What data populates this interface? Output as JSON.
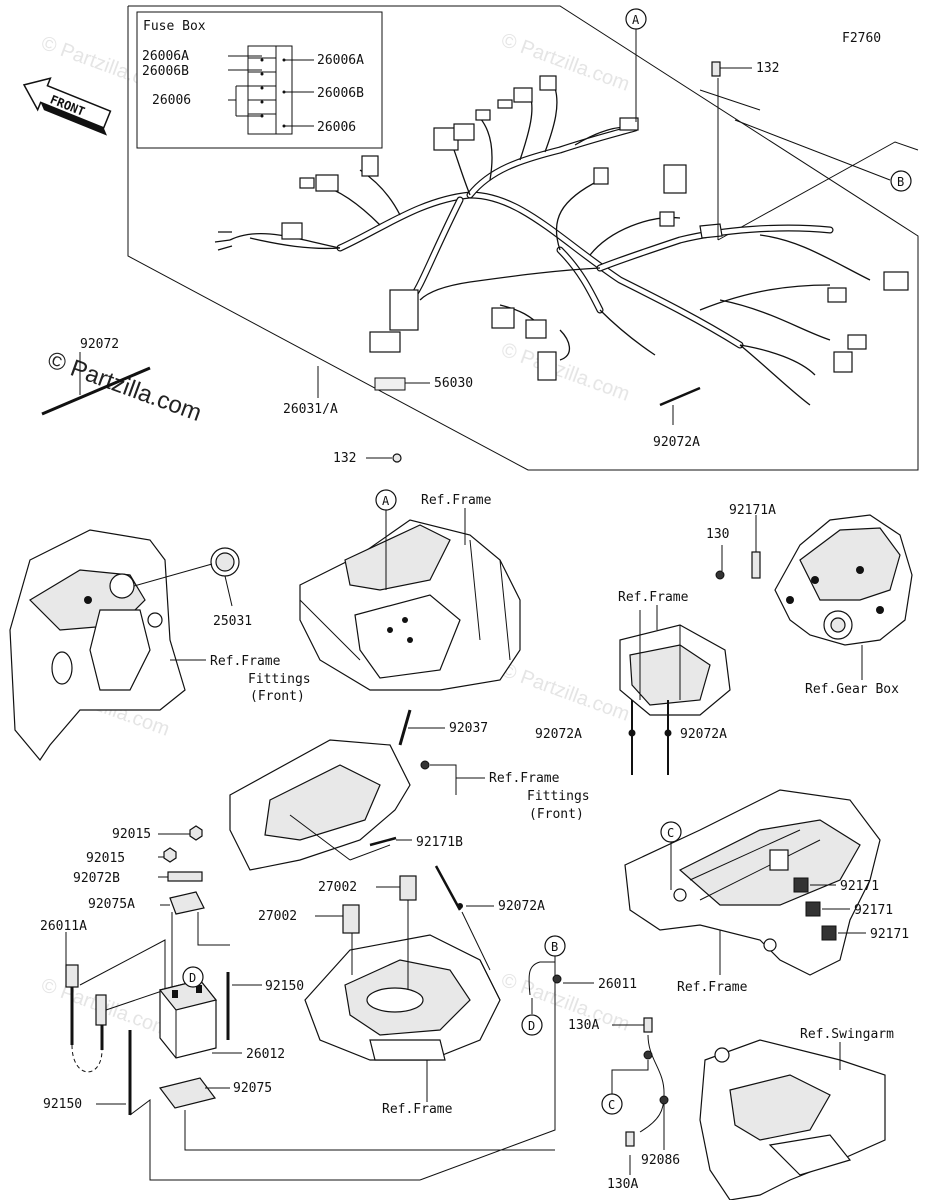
{
  "diagram_code": "F2760",
  "watermark": {
    "copyright_main": "© Partzilla.com",
    "copyright_small": "© Partzilla.com"
  },
  "front_arrow": {
    "label": "FRONT"
  },
  "fuse_box": {
    "title": "Fuse Box",
    "left_labels": [
      "26006A",
      "26006B",
      "26006"
    ],
    "right_labels": [
      "26006A",
      "26006B",
      "26006"
    ]
  },
  "callouts": {
    "A": "A",
    "B": "B",
    "C": "C",
    "D": "D"
  },
  "labels": {
    "p132_top": "132",
    "p132_mid": "132",
    "p92072_top": "92072",
    "p26031": "26031/A",
    "p56030": "56030",
    "p92072A_harness": "92072A",
    "ref_frame_1": "Ref.Frame",
    "p25031": "25031",
    "ref_frame_fittings_1_a": "Ref.Frame",
    "ref_frame_fittings_1_b": "Fittings",
    "ref_frame_fittings_1_c": "(Front)",
    "p130": "130",
    "p92171A": "92171A",
    "ref_frame_2": "Ref.Frame",
    "ref_gear_box": "Ref.Gear Box",
    "p92072A_left": "92072A",
    "p92072A_right": "92072A",
    "p92037": "92037",
    "ref_frame_fittings_2_a": "Ref.Frame",
    "ref_frame_fittings_2_b": "Fittings",
    "ref_frame_fittings_2_c": "(Front)",
    "p92171B": "92171B",
    "p92015_a": "92015",
    "p92015_b": "92015",
    "p92072B": "92072B",
    "p92075A": "92075A",
    "p26011A": "26011A",
    "p27002_a": "27002",
    "p27002_b": "27002",
    "p92072A_mid": "92072A",
    "p92150_a": "92150",
    "p92150_b": "92150",
    "p26012": "26012",
    "p92075": "92075",
    "ref_frame_3": "Ref.Frame",
    "p26011": "26011",
    "p92171_a": "92171",
    "p92171_b": "92171",
    "p92171_c": "92171",
    "ref_frame_4": "Ref.Frame",
    "p130A_top": "130A",
    "p130A_bottom": "130A",
    "p92086": "92086",
    "ref_swingarm": "Ref.Swingarm"
  }
}
